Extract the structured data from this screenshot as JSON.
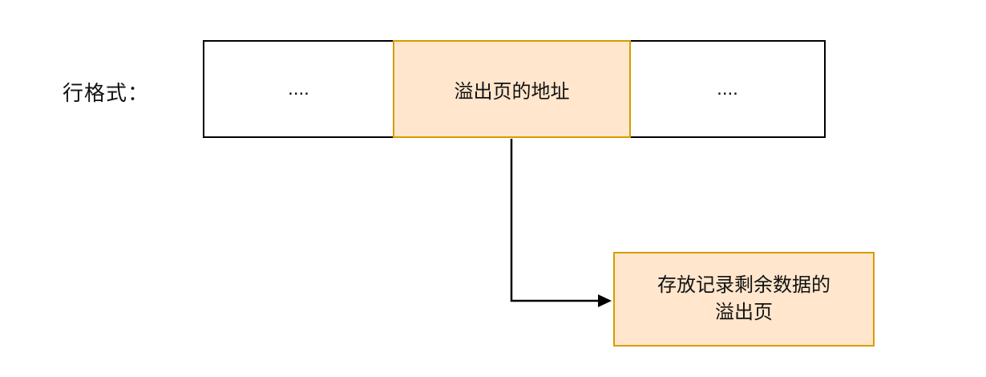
{
  "diagram": {
    "row_label": "行格式：",
    "row_cells": [
      {
        "text": "....",
        "highlight": false
      },
      {
        "text": "溢出页的地址",
        "highlight": true
      },
      {
        "text": "....",
        "highlight": false
      }
    ],
    "overflow_box": {
      "line1": "存放记录剩余数据的",
      "line2": "溢出页"
    },
    "colors": {
      "highlight_fill": "#FFE6CC",
      "highlight_border": "#D79B00",
      "plain_border": "#000000",
      "arrow": "#000000",
      "text": "#111111"
    }
  }
}
